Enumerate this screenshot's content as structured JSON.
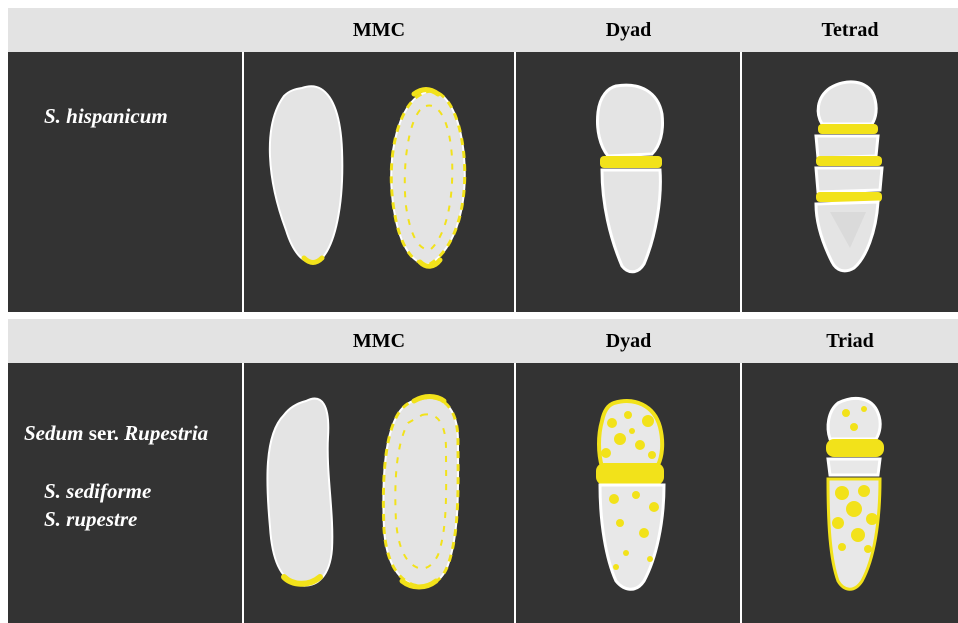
{
  "colors": {
    "background": "#333333",
    "header_band": "#e3e3e3",
    "callose": "#f2e21a",
    "cell": "#e4e4e4",
    "cell_outline": "#ffffff"
  },
  "row1": {
    "headers": {
      "mmc": "MMC",
      "dyad": "Dyad",
      "last": "Tetrad"
    },
    "species": {
      "name": "S. hispanicum"
    }
  },
  "row2": {
    "headers": {
      "mmc": "MMC",
      "dyad": "Dyad",
      "last": "Triad"
    },
    "species": {
      "group_genus": "Sedum",
      "group_ser": "ser.",
      "group_name": "Rupestria",
      "member1": "S. sediforme",
      "member2": "S. rupestre"
    }
  }
}
